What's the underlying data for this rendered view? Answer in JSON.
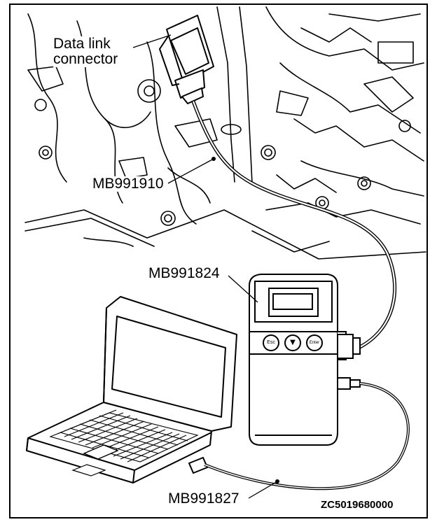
{
  "labels": {
    "data_link_connector_line1": "Data link",
    "data_link_connector_line2": "connector",
    "cable_dlc": "MB991910",
    "vci": "MB991824",
    "usb_cable": "MB991827"
  },
  "vci_buttons": {
    "left": "Esc",
    "middle": "▼",
    "right": "Enter"
  },
  "figure_code": "ZC5019680000"
}
